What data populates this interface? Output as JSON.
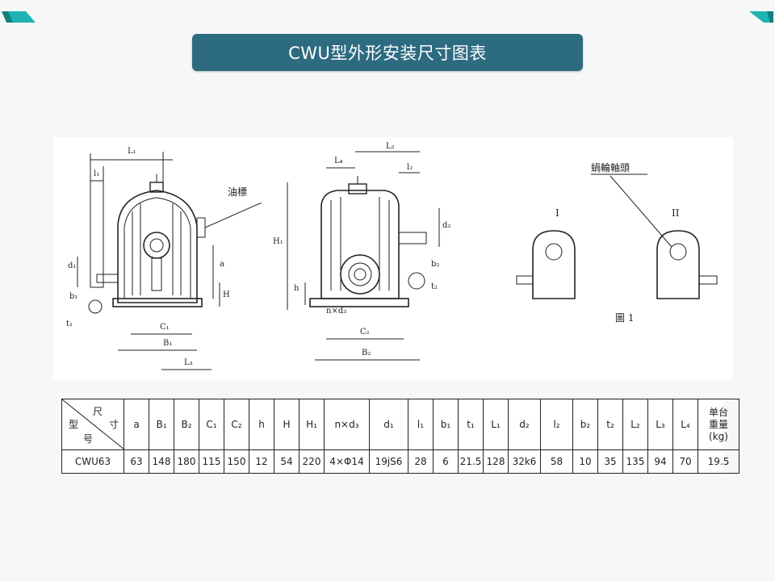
{
  "page": {
    "title": "CWU型外形安装尺寸图表",
    "accent_color": "#2d6b80",
    "corner_color": "#1fb3b3"
  },
  "drawing": {
    "label_oil": "油標",
    "label_worm_shaft": "蝸輪軸頭",
    "label_view1": "I",
    "label_view2": "II",
    "figure_caption": "圖 1",
    "dims": {
      "L1": "L₁",
      "l1": "l₁",
      "d1": "d₁",
      "b1": "b₁",
      "t1": "t₁",
      "C1": "C₁",
      "B1": "B₁",
      "L3": "L₃",
      "a": "a",
      "H": "H",
      "H1": "H₁",
      "h": "h",
      "ndx": "n×d₃",
      "C2": "C₂",
      "B2": "B₂",
      "L4": "L₄",
      "L2": "L₂",
      "l2": "l₂",
      "d2": "d₂",
      "b2": "b₂",
      "t2": "t₂"
    }
  },
  "table": {
    "corner": {
      "size": "尺",
      "cun": "寸",
      "xing": "型",
      "hao": "号"
    },
    "headers": [
      "a",
      "B₁",
      "B₂",
      "C₁",
      "C₂",
      "h",
      "H",
      "H₁",
      "n×d₃",
      "d₁",
      "l₁",
      "b₁",
      "t₁",
      "L₁",
      "d₂",
      "l₂",
      "b₂",
      "t₂",
      "L₂",
      "L₃",
      "L₄"
    ],
    "weight_header": [
      "单台",
      "重量",
      "(kg)"
    ],
    "rows": [
      {
        "model": "CWU63",
        "values": [
          "63",
          "148",
          "180",
          "115",
          "150",
          "12",
          "54",
          "220",
          "4×Φ14",
          "19jS6",
          "28",
          "6",
          "21.5",
          "128",
          "32k6",
          "58",
          "10",
          "35",
          "135",
          "94",
          "70"
        ],
        "weight": "19.5"
      }
    ]
  }
}
